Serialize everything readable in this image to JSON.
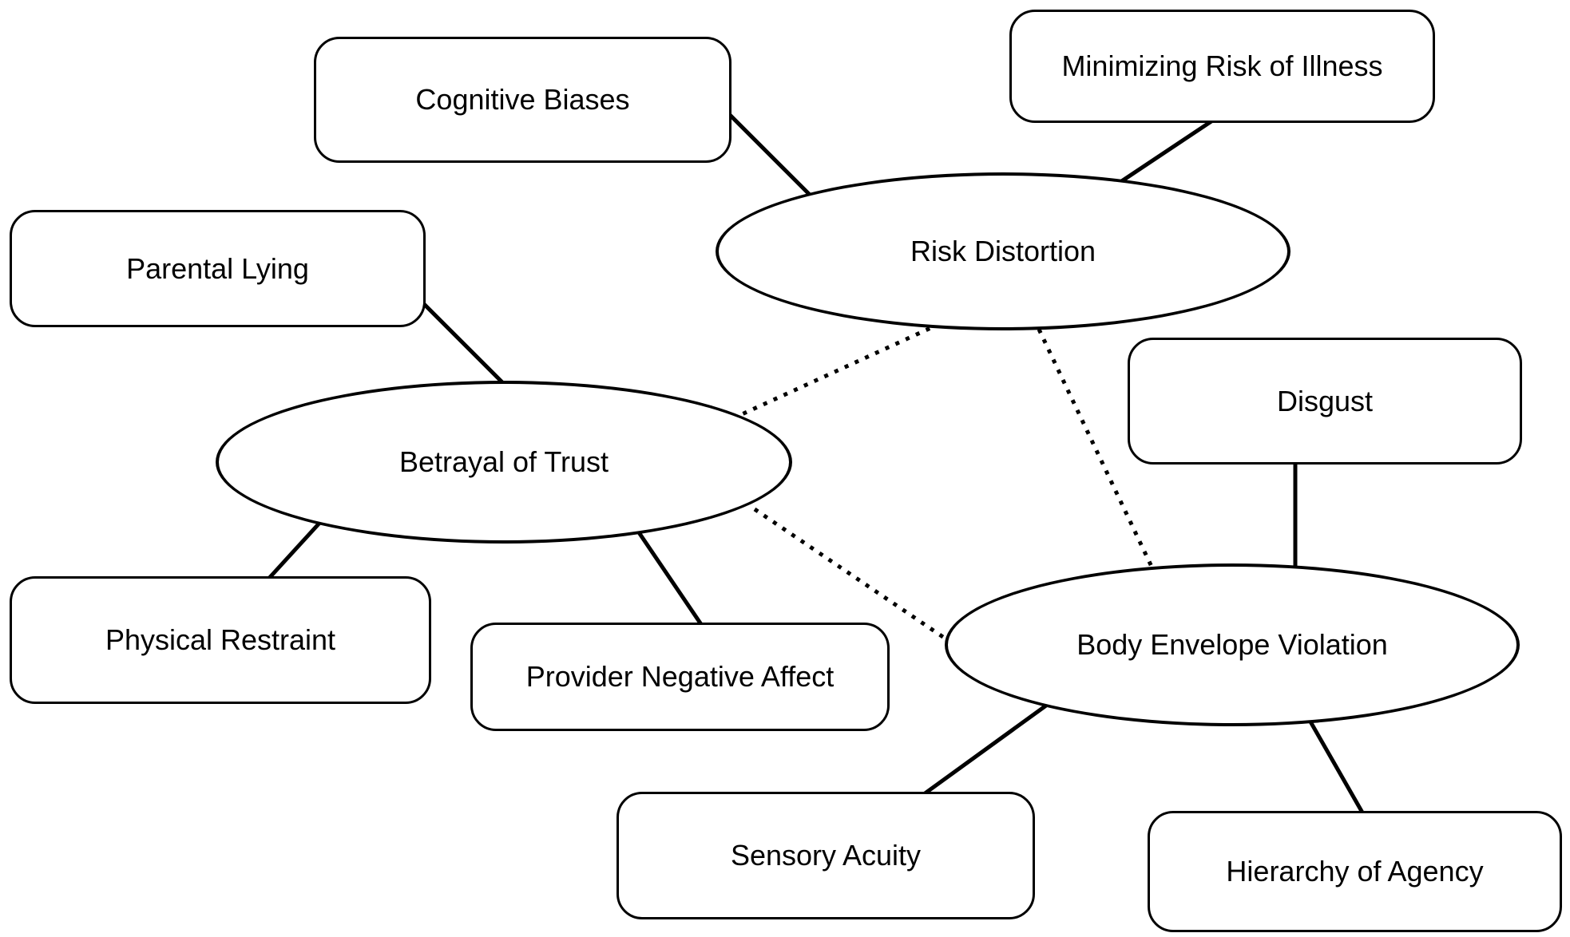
{
  "diagram": {
    "background_color": "#ffffff",
    "stroke_color": "#000000",
    "nodes": {
      "risk_distortion": {
        "label": "Risk Distortion",
        "shape": "ellipse"
      },
      "betrayal_of_trust": {
        "label": "Betrayal of Trust",
        "shape": "ellipse"
      },
      "body_envelope_violation": {
        "label": "Body Envelope Violation",
        "shape": "ellipse"
      },
      "cognitive_biases": {
        "label": "Cognitive Biases",
        "shape": "rounded-rectangle"
      },
      "minimizing_risk_of_illness": {
        "label": "Minimizing Risk of Illness",
        "shape": "rounded-rectangle"
      },
      "parental_lying": {
        "label": "Parental Lying",
        "shape": "rounded-rectangle"
      },
      "disgust": {
        "label": "Disgust",
        "shape": "rounded-rectangle"
      },
      "physical_restraint": {
        "label": "Physical Restraint",
        "shape": "rounded-rectangle"
      },
      "provider_negative_affect": {
        "label": "Provider Negative Affect",
        "shape": "rounded-rectangle"
      },
      "sensory_acuity": {
        "label": "Sensory Acuity",
        "shape": "rounded-rectangle"
      },
      "hierarchy_of_agency": {
        "label": "Hierarchy of Agency",
        "shape": "rounded-rectangle"
      }
    },
    "edges": [
      {
        "from": "cognitive_biases",
        "to": "risk_distortion",
        "style": "solid"
      },
      {
        "from": "minimizing_risk_of_illness",
        "to": "risk_distortion",
        "style": "solid"
      },
      {
        "from": "parental_lying",
        "to": "betrayal_of_trust",
        "style": "solid"
      },
      {
        "from": "betrayal_of_trust",
        "to": "physical_restraint",
        "style": "solid"
      },
      {
        "from": "betrayal_of_trust",
        "to": "provider_negative_affect",
        "style": "solid"
      },
      {
        "from": "disgust",
        "to": "body_envelope_violation",
        "style": "solid"
      },
      {
        "from": "body_envelope_violation",
        "to": "sensory_acuity",
        "style": "solid"
      },
      {
        "from": "body_envelope_violation",
        "to": "hierarchy_of_agency",
        "style": "solid"
      },
      {
        "from": "betrayal_of_trust",
        "to": "risk_distortion",
        "style": "dotted"
      },
      {
        "from": "risk_distortion",
        "to": "body_envelope_violation",
        "style": "dotted"
      },
      {
        "from": "betrayal_of_trust",
        "to": "body_envelope_violation",
        "style": "dotted"
      }
    ]
  }
}
